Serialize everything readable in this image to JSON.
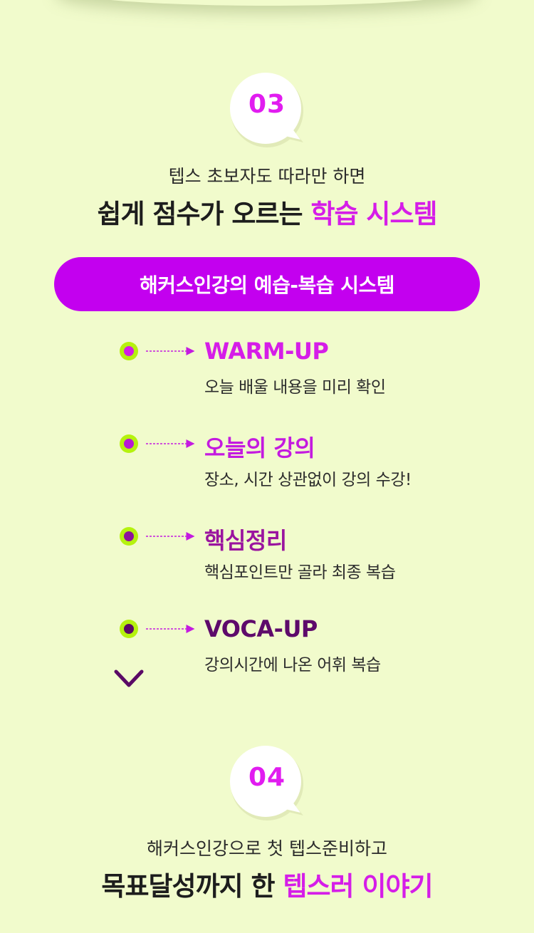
{
  "section3": {
    "number": "03",
    "subtitle": "텝스 초보자도 따라만 하면",
    "headline_prefix": "쉽게 점수가 오르는 ",
    "headline_accent": "학습 시스템"
  },
  "system_pill": "해커스인강의 예습-복습 시스템",
  "steps": [
    {
      "title": "WARM-UP",
      "desc": "오늘 배울 내용을 미리 확인",
      "color": "#d51de8"
    },
    {
      "title": "오늘의 강의",
      "desc": "장소, 시간 상관없이 강의 수강!",
      "color": "#c41ae0"
    },
    {
      "title": "핵심정리",
      "desc": "핵심포인트만 골라 최종 복습",
      "color": "#9a149f"
    },
    {
      "title": "VOCA-UP",
      "desc": "강의시간에 나온 어휘 복습",
      "color": "#5e0a6b"
    }
  ],
  "section4": {
    "number": "04",
    "subtitle": "해커스인강으로 첫 텝스준비하고",
    "headline_prefix": "목표달성까지 한 ",
    "headline_accent": "텝스러 이야기"
  },
  "colors": {
    "background": "#f1fbcc",
    "accent": "#d51de8",
    "pill": "#c300ef",
    "dot_ring": "#b5f20e"
  }
}
